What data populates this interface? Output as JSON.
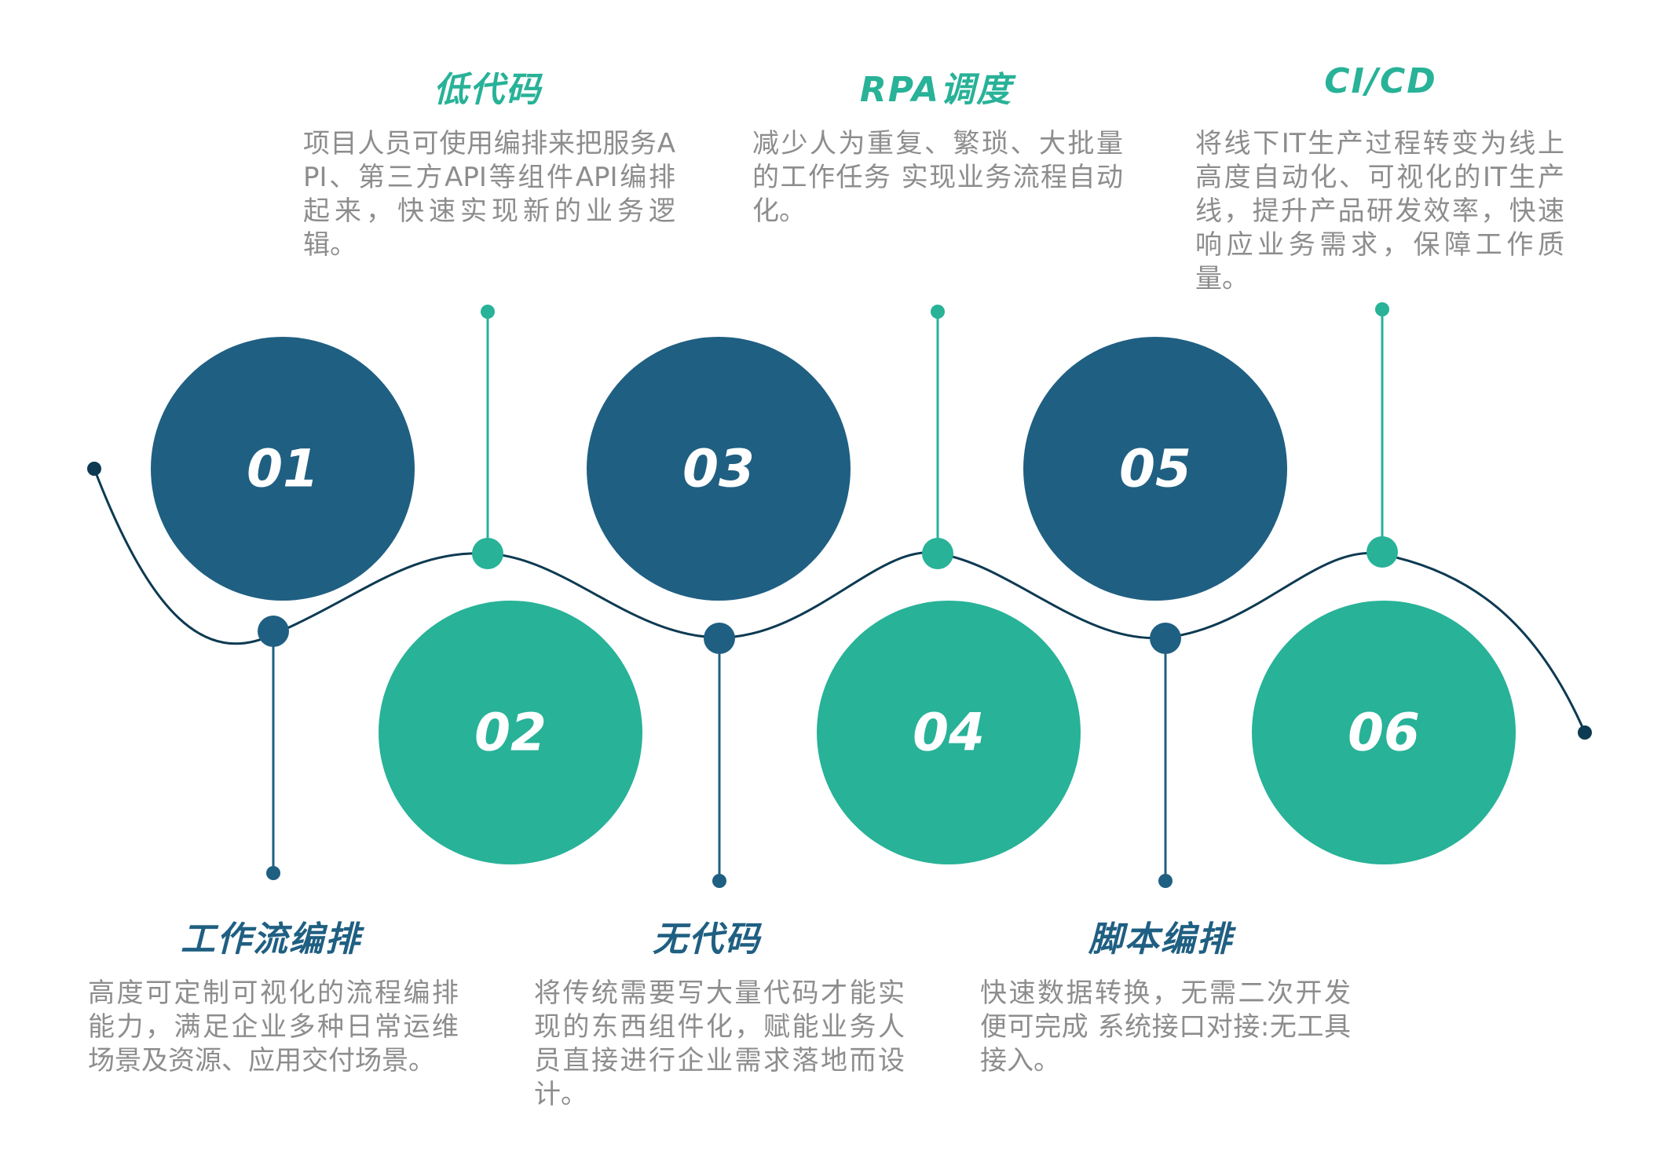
{
  "colors": {
    "navy": "#1f5f82",
    "teal": "#28b298",
    "curve": "#0d3a52",
    "text": "#8d8d8d"
  },
  "steps": [
    {
      "number": "01",
      "title": "工作流编排",
      "description": "高度可定制可视化的流程编排能力，满足企业多种日常运维场景及资源、应用交付场景。"
    },
    {
      "number": "02",
      "title": "低代码",
      "description": "项目人员可使用编排来把服务API、第三方API等组件API编排起来，快速实现新的业务逻辑。"
    },
    {
      "number": "03",
      "title": "无代码",
      "description": "将传统需要写大量代码才能实现的东西组件化，赋能业务人员直接进行企业需求落地而设计。"
    },
    {
      "number": "04",
      "title": "RPA调度",
      "description": "减少人为重复、繁琐、大批量的工作任务 实现业务流程自动化。"
    },
    {
      "number": "05",
      "title": "脚本编排",
      "description": "快速数据转换，无需二次开发便可完成 系统接口对接:无工具接入。"
    },
    {
      "number": "06",
      "title": "CI/CD",
      "description": "将线下IT生产过程转变为线上高度自动化、可视化的IT生产线，提升产品研发效率，快速响应业务需求，保障工作质量。"
    }
  ]
}
